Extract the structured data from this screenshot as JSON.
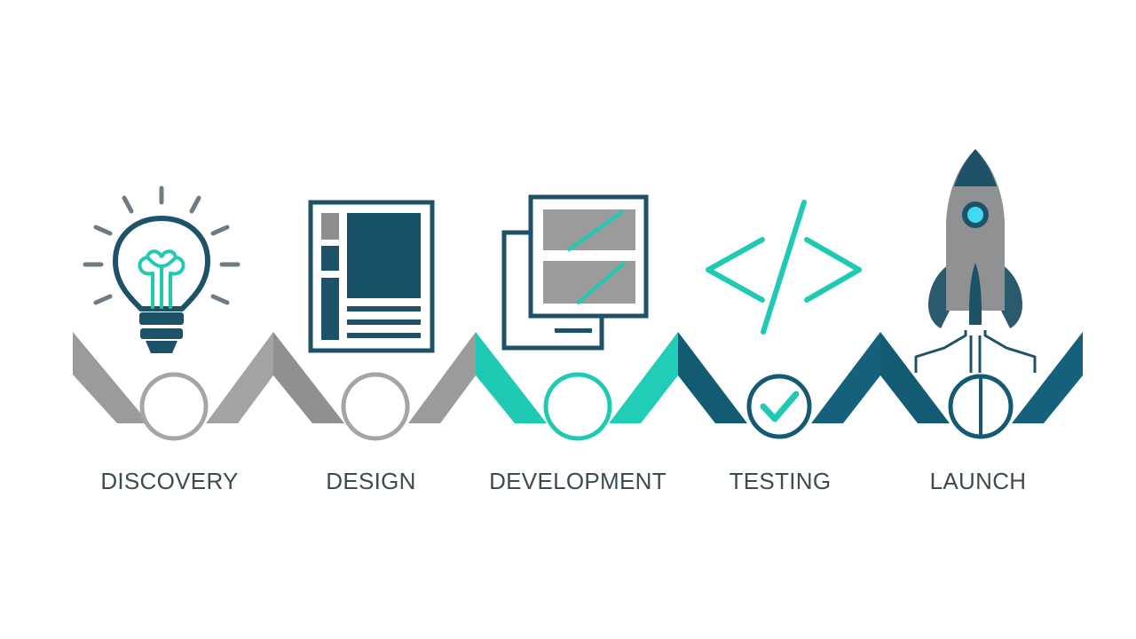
{
  "colors": {
    "gray": "#9a9b9b",
    "teal": "#1fcab4",
    "navy": "#135a73",
    "dark": "#174757",
    "text": "#3d4a52"
  },
  "stages": [
    {
      "label": "DISCOVERY",
      "icon": "lightbulb-icon",
      "color": "gray",
      "marker": "empty"
    },
    {
      "label": "DESIGN",
      "icon": "layout-icon",
      "color": "gray",
      "marker": "empty"
    },
    {
      "label": "DEVELOPMENT",
      "icon": "mockup-icon",
      "color": "teal",
      "marker": "empty"
    },
    {
      "label": "TESTING",
      "icon": "code-icon",
      "color": "navy",
      "marker": "check"
    },
    {
      "label": "LAUNCH",
      "icon": "rocket-icon",
      "color": "navy",
      "marker": "divided"
    }
  ]
}
